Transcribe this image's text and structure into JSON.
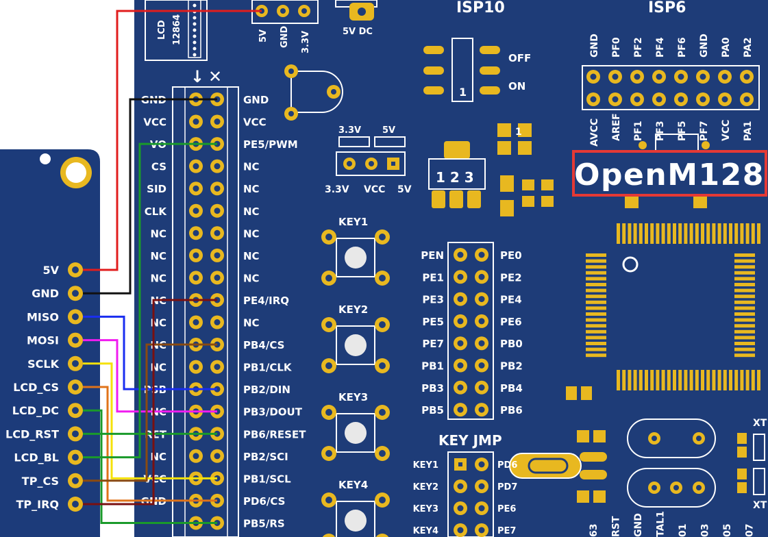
{
  "colors": {
    "board": "#1e3c78",
    "board_dark": "#16305f",
    "module": "#1c3b7a",
    "gold": "#e8b820",
    "silk": "#ffffff",
    "highlight": "#e53935"
  },
  "board_title": "OpenM128",
  "top_labels": {
    "isp10": "ISP10",
    "isp6": "ISP6",
    "lcd": "LCD",
    "lcd_model": "12864",
    "pwr_5v": "5V",
    "pwr_gnd": "GND",
    "pwr_33v": "3.3V",
    "dc": "5V DC",
    "off": "OFF",
    "on": "ON",
    "switch_mark": "1",
    "arrow_mark": "↓",
    "cross_mark": "✕",
    "jumper_33v": "3.3V",
    "jumper_5v": "5V",
    "sel_33v": "3.3V",
    "sel_vcc": "VCC",
    "sel_5v": "5V",
    "reg_pins": "1 2 3",
    "led_mark": "1",
    "key_jmp": "KEY JMP",
    "xt": "XT"
  },
  "isp6_top": [
    "GND",
    "PF0",
    "PF2",
    "PF4",
    "PF6",
    "GND",
    "PA0",
    "PA2"
  ],
  "isp6_bottom": [
    "AVCC",
    "AREF",
    "PF1",
    "PF3",
    "PF5",
    "PF7",
    "VCC",
    "PA1"
  ],
  "module_pins": [
    "5V",
    "GND",
    "MISO",
    "MOSI",
    "SCLK",
    "LCD_CS",
    "LCD_DC",
    "LCD_RST",
    "LCD_BL",
    "TP_CS",
    "TP_IRQ"
  ],
  "lcd_header_left": [
    "GND",
    "VCC",
    "VO",
    "CS",
    "SID",
    "CLK",
    "NC",
    "NC",
    "NC",
    "NC",
    "NC",
    "NC",
    "NC",
    "PSB",
    "NC",
    "RET",
    "NC",
    "VCC",
    "GND"
  ],
  "lcd_header_right": [
    "GND",
    "VCC",
    "PE5/PWM",
    "NC",
    "NC",
    "NC",
    "NC",
    "NC",
    "NC",
    "PE4/IRQ",
    "NC",
    "PB4/CS",
    "PB1/CLK",
    "PB2/DIN",
    "PB3/DOUT",
    "PB6/RESET",
    "PB2/SCI",
    "PB1/SCL",
    "PD6/CS",
    "PB5/RS"
  ],
  "keys": [
    "KEY1",
    "KEY2",
    "KEY3",
    "KEY4"
  ],
  "port_left": [
    "PEN",
    "PE1",
    "PE3",
    "PE5",
    "PE7",
    "PB1",
    "PB3",
    "PB5"
  ],
  "port_right": [
    "PE0",
    "PE2",
    "PE4",
    "PE6",
    "PB0",
    "PB2",
    "PB4",
    "PB6"
  ],
  "keyjmp_left": [
    "KEY1",
    "KEY2",
    "KEY3",
    "KEY4"
  ],
  "keyjmp_right": [
    "PD6",
    "PD7",
    "PE6",
    "PE7"
  ],
  "bottom_vertical": [
    "63",
    "RST",
    "GND",
    "TAL1",
    "01",
    "03",
    "05",
    "07"
  ],
  "wires": [
    {
      "from": "5V",
      "to": "5V",
      "color": "#e11d1d"
    },
    {
      "from": "GND",
      "to": "GND",
      "color": "#111111"
    },
    {
      "from": "MISO",
      "to": "PB2/DIN",
      "color": "#1a2ef0"
    },
    {
      "from": "MOSI",
      "to": "PB3/DOUT",
      "color": "#f01cf0"
    },
    {
      "from": "SCLK",
      "to": "PB1/SCL",
      "color": "#f5e20a"
    },
    {
      "from": "LCD_CS",
      "to": "PD6/CS",
      "color": "#e0731a"
    },
    {
      "from": "LCD_DC",
      "to": "PB5/RS",
      "color": "#1a9a2a"
    },
    {
      "from": "LCD_RST",
      "to": "PB6/RESET",
      "color": "#1a9a2a"
    },
    {
      "from": "LCD_BL",
      "to": "PE5/PWM",
      "color": "#1a9a2a"
    },
    {
      "from": "TP_CS",
      "to": "PB4/CS",
      "color": "#8a4a10"
    },
    {
      "from": "TP_IRQ",
      "to": "PE4/IRQ",
      "color": "#7a1010"
    }
  ]
}
